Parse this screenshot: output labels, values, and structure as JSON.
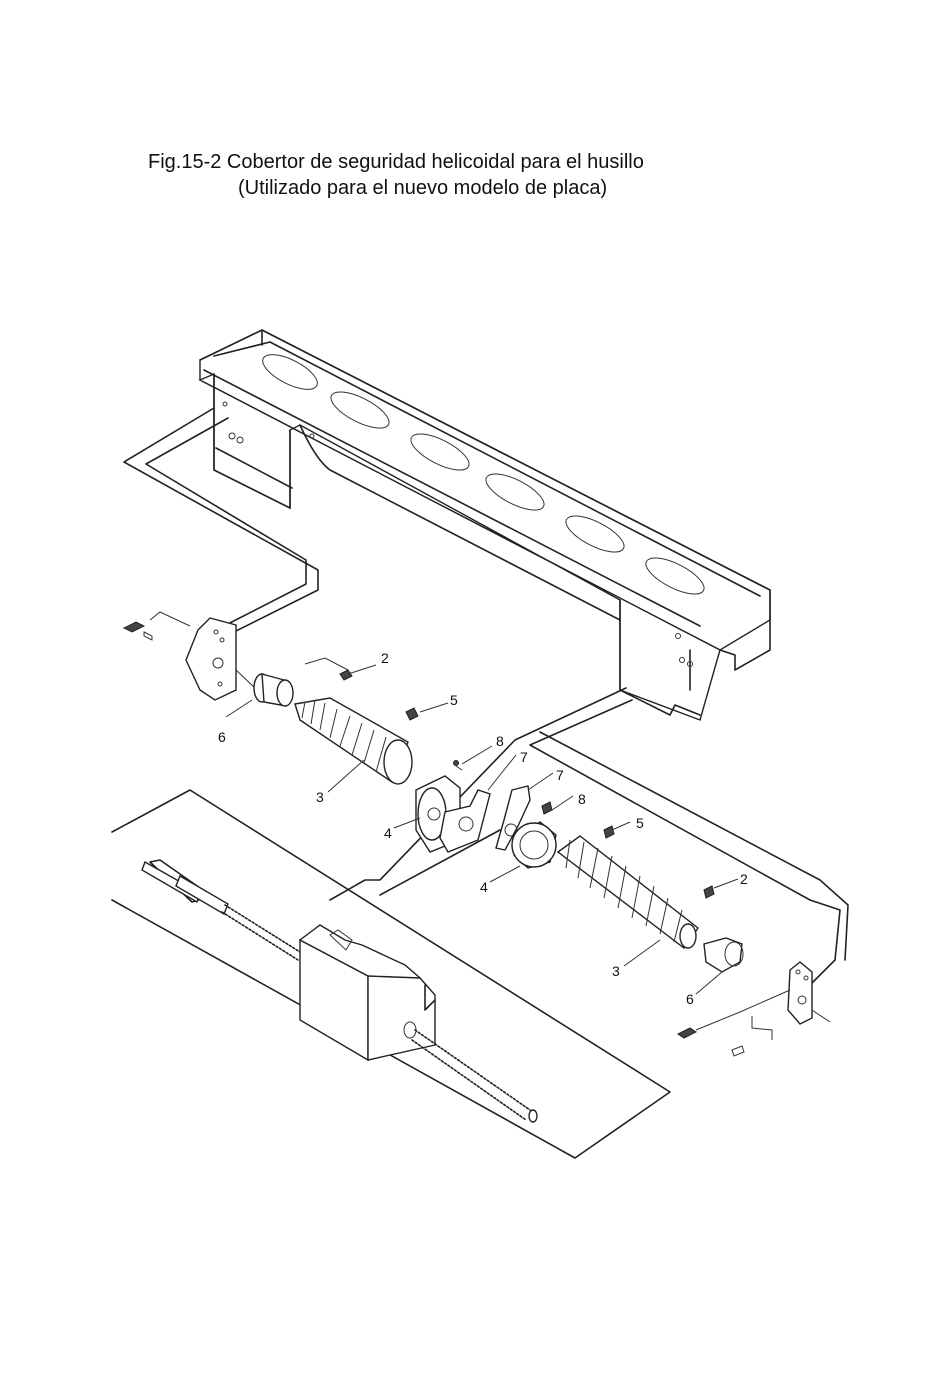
{
  "figure": {
    "title_line1": "Fig.15-2 Cobertor de seguridad helicoidal para el husillo",
    "title_line2": "(Utilizado para el nuevo modelo de placa)"
  },
  "callouts": {
    "left": {
      "screw_top": "2",
      "bolt": "5",
      "pin": "8",
      "bracket": "7",
      "bellows": "3",
      "flange": "4",
      "bushing": "6"
    },
    "right": {
      "bracket": "7",
      "pin": "8",
      "bolt": "5",
      "flange": "4",
      "screw_top": "2",
      "bellows": "3",
      "bushing": "6"
    }
  }
}
